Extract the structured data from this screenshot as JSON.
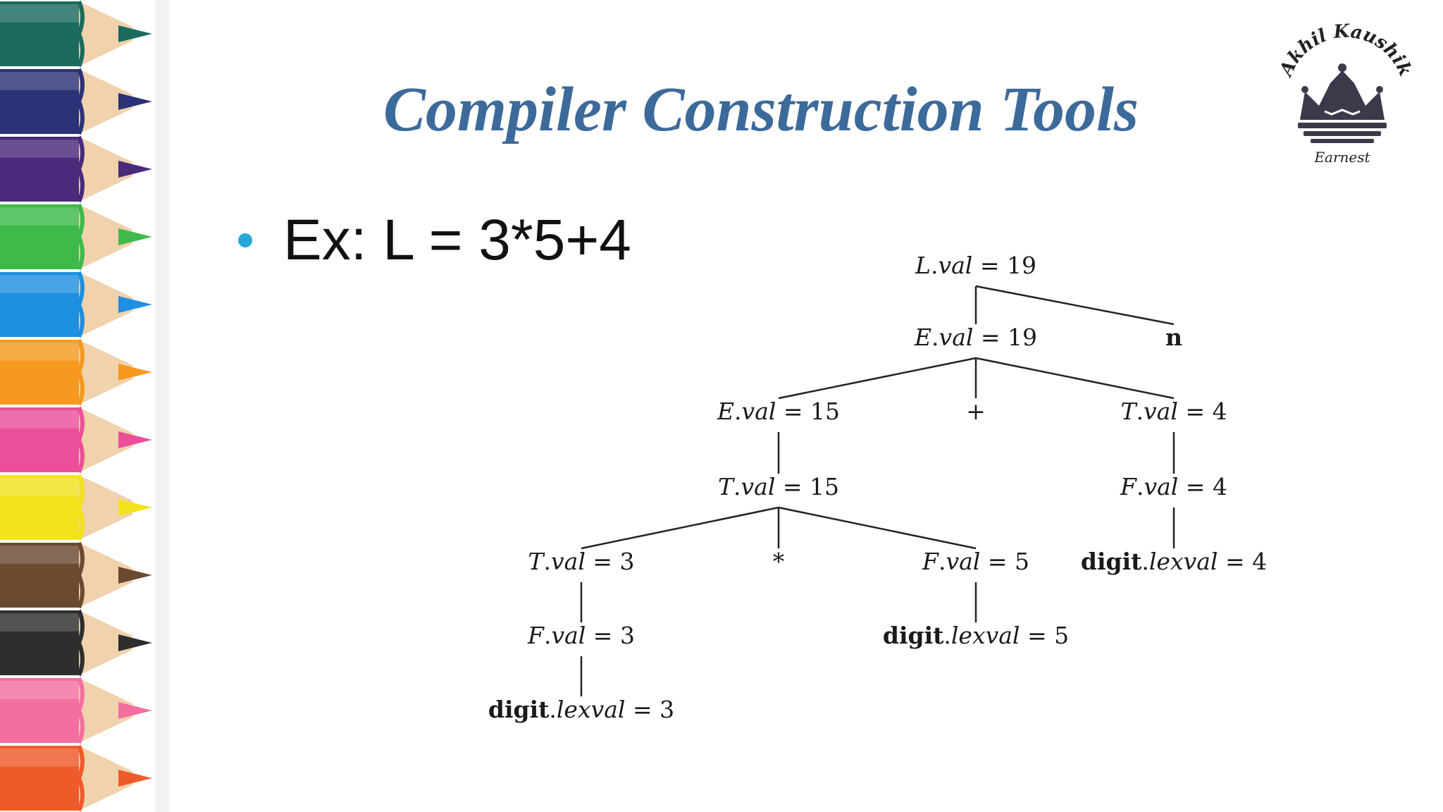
{
  "slide": {
    "title": "Compiler Construction Tools",
    "bullet": "Ex: L = 3*5+4"
  },
  "logo": {
    "name": "Akhil Kaushik",
    "tagline": "Earnest"
  },
  "tree": {
    "nodes": [
      {
        "id": "L",
        "parts": [
          {
            "t": "L",
            "s": "it"
          },
          {
            "t": ".",
            "s": "n"
          },
          {
            "t": "val",
            "s": "it"
          },
          {
            "t": " = 19",
            "s": "n"
          }
        ]
      },
      {
        "id": "E1",
        "parts": [
          {
            "t": "E",
            "s": "it"
          },
          {
            "t": ".",
            "s": "n"
          },
          {
            "t": "val",
            "s": "it"
          },
          {
            "t": " = 19",
            "s": "n"
          }
        ]
      },
      {
        "id": "n",
        "parts": [
          {
            "t": "n",
            "s": "b"
          }
        ]
      },
      {
        "id": "E2",
        "parts": [
          {
            "t": "E",
            "s": "it"
          },
          {
            "t": ".",
            "s": "n"
          },
          {
            "t": "val",
            "s": "it"
          },
          {
            "t": " = 15",
            "s": "n"
          }
        ]
      },
      {
        "id": "plus",
        "parts": [
          {
            "t": "+",
            "s": "n"
          }
        ]
      },
      {
        "id": "T1",
        "parts": [
          {
            "t": "T",
            "s": "it"
          },
          {
            "t": ".",
            "s": "n"
          },
          {
            "t": "val",
            "s": "it"
          },
          {
            "t": " = 4",
            "s": "n"
          }
        ]
      },
      {
        "id": "T2",
        "parts": [
          {
            "t": "T",
            "s": "it"
          },
          {
            "t": ".",
            "s": "n"
          },
          {
            "t": "val",
            "s": "it"
          },
          {
            "t": " = 15",
            "s": "n"
          }
        ]
      },
      {
        "id": "F1",
        "parts": [
          {
            "t": "F",
            "s": "it"
          },
          {
            "t": ".",
            "s": "n"
          },
          {
            "t": "val",
            "s": "it"
          },
          {
            "t": " = 4",
            "s": "n"
          }
        ]
      },
      {
        "id": "T3",
        "parts": [
          {
            "t": "T",
            "s": "it"
          },
          {
            "t": ".",
            "s": "n"
          },
          {
            "t": "val",
            "s": "it"
          },
          {
            "t": " = 3",
            "s": "n"
          }
        ]
      },
      {
        "id": "star",
        "parts": [
          {
            "t": "*",
            "s": "n"
          }
        ]
      },
      {
        "id": "F2",
        "parts": [
          {
            "t": "F",
            "s": "it"
          },
          {
            "t": ".",
            "s": "n"
          },
          {
            "t": "val",
            "s": "it"
          },
          {
            "t": " = 5",
            "s": "n"
          }
        ]
      },
      {
        "id": "D4",
        "parts": [
          {
            "t": "digit",
            "s": "b"
          },
          {
            "t": ".",
            "s": "n"
          },
          {
            "t": "lexval",
            "s": "it"
          },
          {
            "t": " = 4",
            "s": "n"
          }
        ]
      },
      {
        "id": "F3",
        "parts": [
          {
            "t": "F",
            "s": "it"
          },
          {
            "t": ".",
            "s": "n"
          },
          {
            "t": "val",
            "s": "it"
          },
          {
            "t": " = 3",
            "s": "n"
          }
        ]
      },
      {
        "id": "D5",
        "parts": [
          {
            "t": "digit",
            "s": "b"
          },
          {
            "t": ".",
            "s": "n"
          },
          {
            "t": "lexval",
            "s": "it"
          },
          {
            "t": " = 5",
            "s": "n"
          }
        ]
      },
      {
        "id": "D3",
        "parts": [
          {
            "t": "digit",
            "s": "b"
          },
          {
            "t": ".",
            "s": "n"
          },
          {
            "t": "lexval",
            "s": "it"
          },
          {
            "t": " = 3",
            "s": "n"
          }
        ]
      }
    ],
    "edges": [
      [
        "L",
        "E1"
      ],
      [
        "L",
        "n"
      ],
      [
        "E1",
        "E2"
      ],
      [
        "E1",
        "plus"
      ],
      [
        "E1",
        "T1"
      ],
      [
        "E2",
        "T2"
      ],
      [
        "T1",
        "F1"
      ],
      [
        "T2",
        "T3"
      ],
      [
        "T2",
        "star"
      ],
      [
        "T2",
        "F2"
      ],
      [
        "F1",
        "D4"
      ],
      [
        "T3",
        "F3"
      ],
      [
        "F2",
        "D5"
      ],
      [
        "F3",
        "D3"
      ]
    ]
  },
  "pencil_colors": [
    "#1a6b5e",
    "#2b3276",
    "#4a2a7a",
    "#3dba4a",
    "#1f8fe0",
    "#f59a1f",
    "#ec4f9a",
    "#f2e21c",
    "#6b4a32",
    "#2e2e2e",
    "#f26fa0",
    "#ef5a2a"
  ]
}
